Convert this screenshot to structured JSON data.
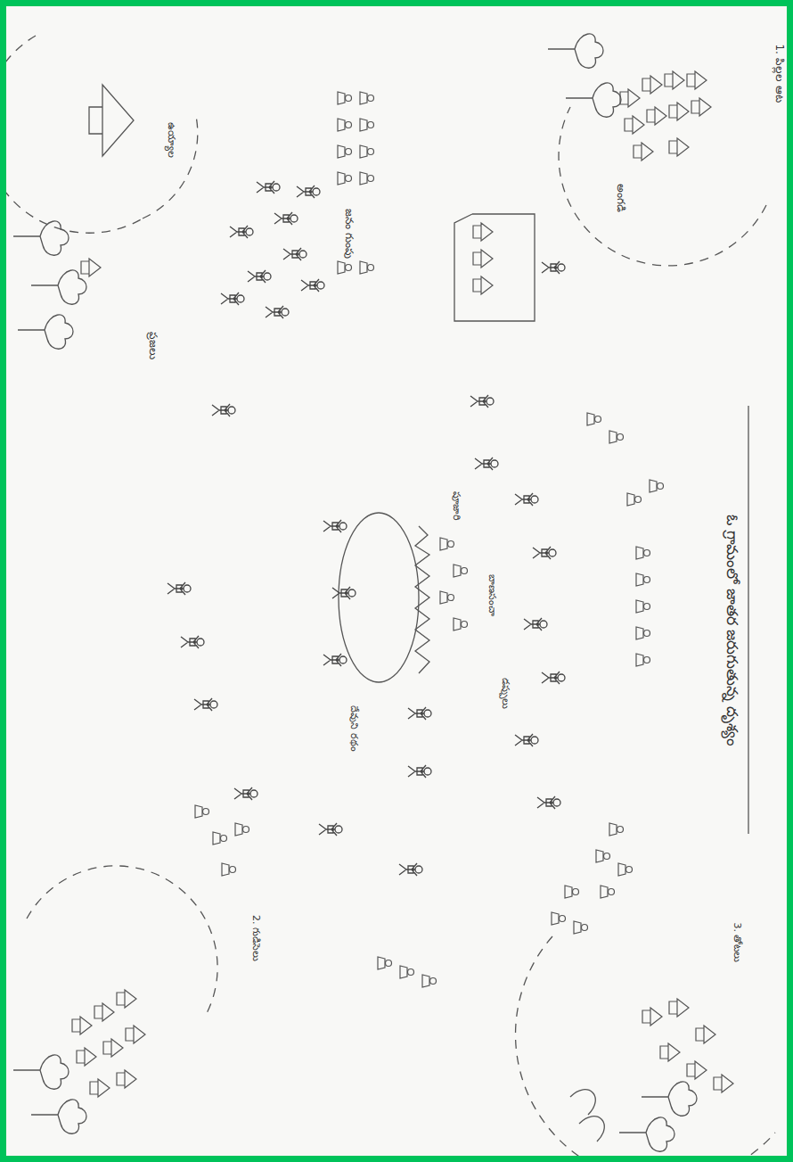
{
  "diagram": {
    "title": "ఓ గ్రామంలో జాతర జరుగుతున్న దృశ్యం",
    "labels": [
      "1. పిల్లల ఆట",
      "ఉయ్యాల",
      "అంగడి",
      "జనం గుంపు",
      "ప్రజలు",
      "దేవుని రథం",
      "పూజారి",
      "డప్పులు",
      "బాణసంచా",
      "2. గుడిసెలు",
      "3. తోటలు"
    ]
  }
}
